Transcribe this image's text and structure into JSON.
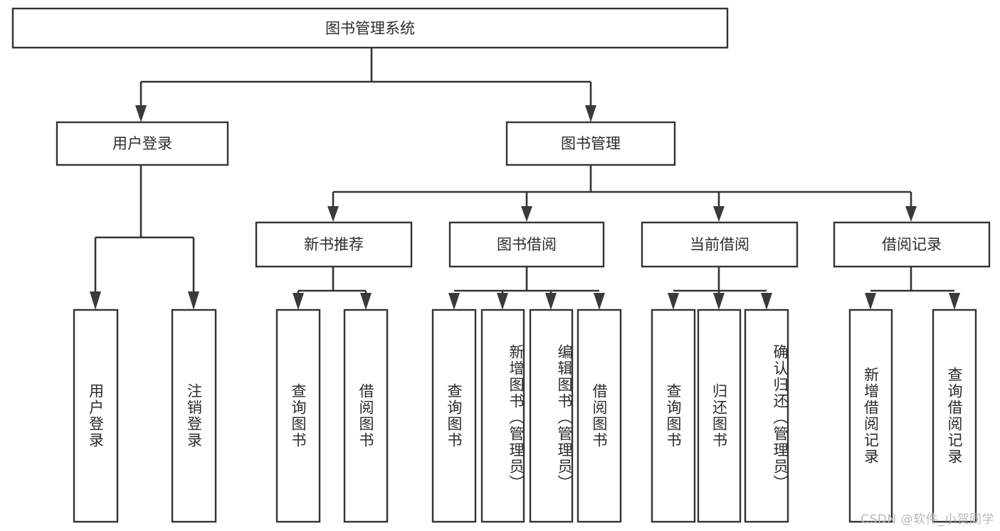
{
  "diagram": {
    "title": "图书管理系统",
    "type": "hierarchy-tree",
    "watermark": "CSDN @软件_小贺同学",
    "colors": {
      "box_fill": "#ffffff",
      "box_stroke": "#333333",
      "text": "#2b2b2b",
      "watermark": "#b9b9b9",
      "background": "#ffffff"
    },
    "levels": {
      "root": {
        "label": "图书管理系统"
      },
      "level2": [
        {
          "id": "user-login",
          "label": "用户登录"
        },
        {
          "id": "book-manage",
          "label": "图书管理"
        }
      ],
      "level3": [
        {
          "id": "new-book-recommend",
          "label": "新书推荐",
          "parent": "book-manage"
        },
        {
          "id": "book-borrow",
          "label": "图书借阅",
          "parent": "book-manage"
        },
        {
          "id": "current-borrow",
          "label": "当前借阅",
          "parent": "book-manage"
        },
        {
          "id": "borrow-record",
          "label": "借阅记录",
          "parent": "book-manage"
        }
      ],
      "leaves": [
        {
          "id": "leaf-user-login",
          "label": "用户登录",
          "parent": "user-login"
        },
        {
          "id": "leaf-logout",
          "label": "注销登录",
          "parent": "user-login"
        },
        {
          "id": "leaf-query-book-1",
          "label": "查询图书",
          "parent": "new-book-recommend"
        },
        {
          "id": "leaf-borrow-book-1",
          "label": "借阅图书",
          "parent": "new-book-recommend"
        },
        {
          "id": "leaf-query-book-2",
          "label": "查询图书",
          "parent": "book-borrow"
        },
        {
          "id": "leaf-add-book",
          "label": "新增图书（管理员）",
          "parent": "book-borrow"
        },
        {
          "id": "leaf-edit-book",
          "label": "编辑图书（管理员）",
          "parent": "book-borrow"
        },
        {
          "id": "leaf-borrow-book-2",
          "label": "借阅图书",
          "parent": "book-borrow"
        },
        {
          "id": "leaf-query-book-3",
          "label": "查询图书",
          "parent": "current-borrow"
        },
        {
          "id": "leaf-return-book",
          "label": "归还图书",
          "parent": "current-borrow"
        },
        {
          "id": "leaf-confirm-return",
          "label": "确认归还（管理员）",
          "parent": "current-borrow"
        },
        {
          "id": "leaf-add-record",
          "label": "新增借阅记录",
          "parent": "borrow-record"
        },
        {
          "id": "leaf-query-record",
          "label": "查询借阅记录",
          "parent": "borrow-record"
        }
      ]
    }
  }
}
